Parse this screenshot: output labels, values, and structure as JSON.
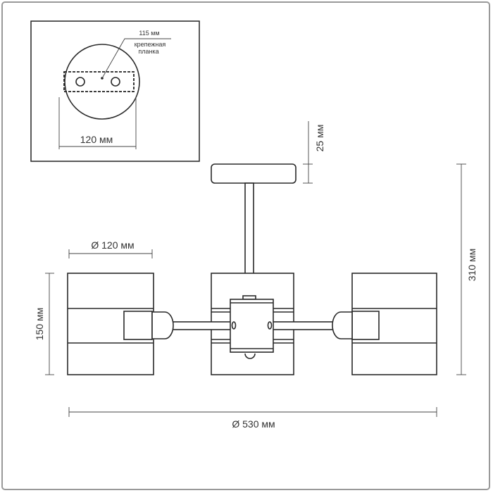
{
  "inset": {
    "bracket_length": "115 мм",
    "bracket_label_line1": "крепежная",
    "bracket_label_line2": "планка",
    "canopy_diameter": "120 мм"
  },
  "dimensions": {
    "canopy_height": "25 мм",
    "total_height": "310 мм",
    "shade_diameter": "Ø 120 мм",
    "shade_height": "150 мм",
    "total_diameter": "Ø 530 мм"
  }
}
